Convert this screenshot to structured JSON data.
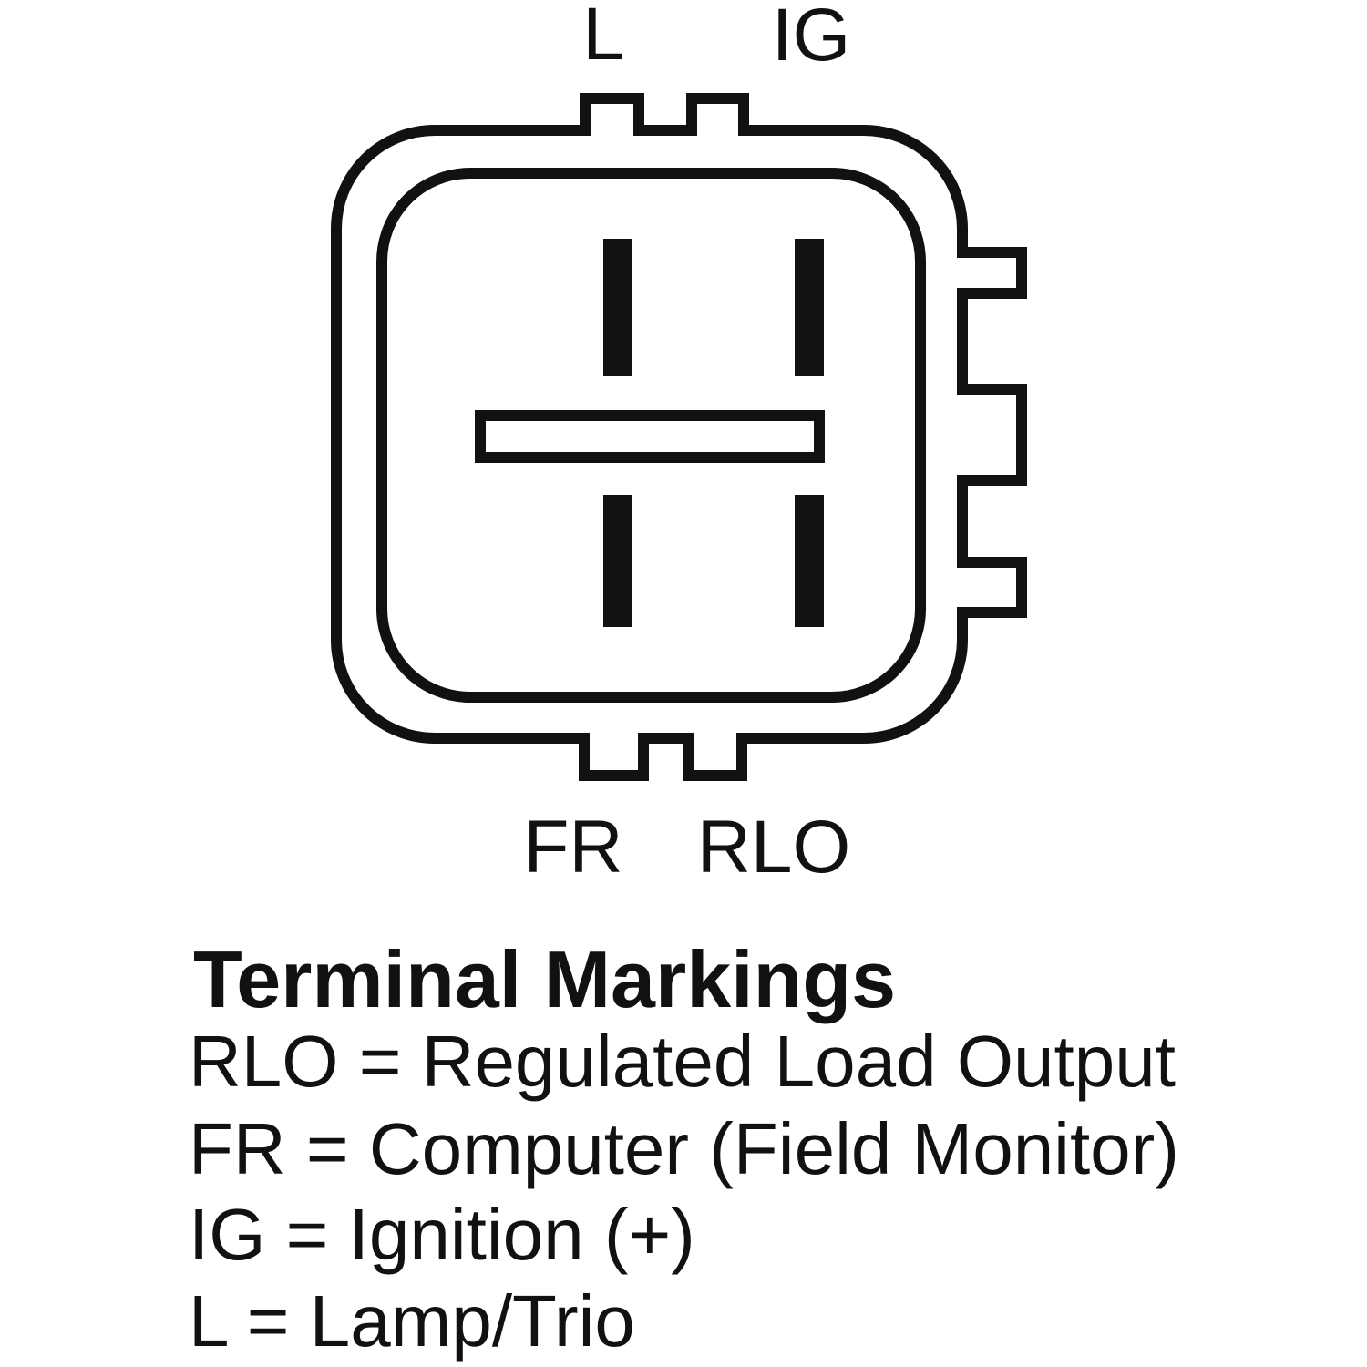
{
  "colors": {
    "ink": "#111111",
    "background": "#ffffff"
  },
  "connector": {
    "top_labels": {
      "l": "L",
      "ig": "IG"
    },
    "bottom_labels": {
      "fr": "FR",
      "rlo": "RLO"
    }
  },
  "legend": {
    "title": "Terminal Markings",
    "lines": [
      {
        "text": "RLO = Regulated Load Output"
      },
      {
        "text": "FR = Computer (Field Monitor)"
      },
      {
        "text": "IG = Ignition (+)"
      },
      {
        "text": "L = Lamp/Trio"
      }
    ]
  }
}
